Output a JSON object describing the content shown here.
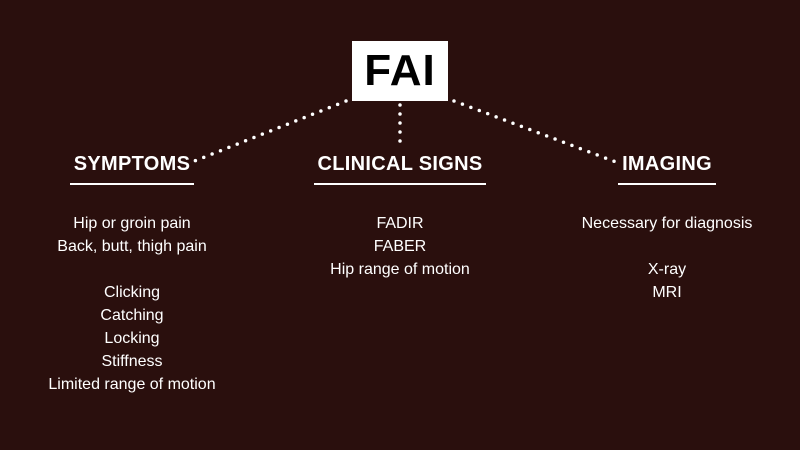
{
  "title": "FAI",
  "colors": {
    "background": "#2a0f0d",
    "text": "#ffffff",
    "title_box": "#ffffff",
    "title_text": "#000000"
  },
  "columns": [
    {
      "heading": "SYMPTOMS",
      "groups": [
        [
          "Hip or groin pain",
          "Back, butt, thigh pain"
        ],
        [
          "Clicking",
          "Catching",
          "Locking",
          "Stiffness",
          "Limited range of motion"
        ]
      ]
    },
    {
      "heading": "CLINICAL SIGNS",
      "groups": [
        [
          "FADIR",
          "FABER",
          "Hip range of motion"
        ]
      ]
    },
    {
      "heading": "IMAGING",
      "groups": [
        [
          "Necessary for diagnosis"
        ],
        [
          "X-ray",
          "MRI"
        ]
      ]
    }
  ]
}
